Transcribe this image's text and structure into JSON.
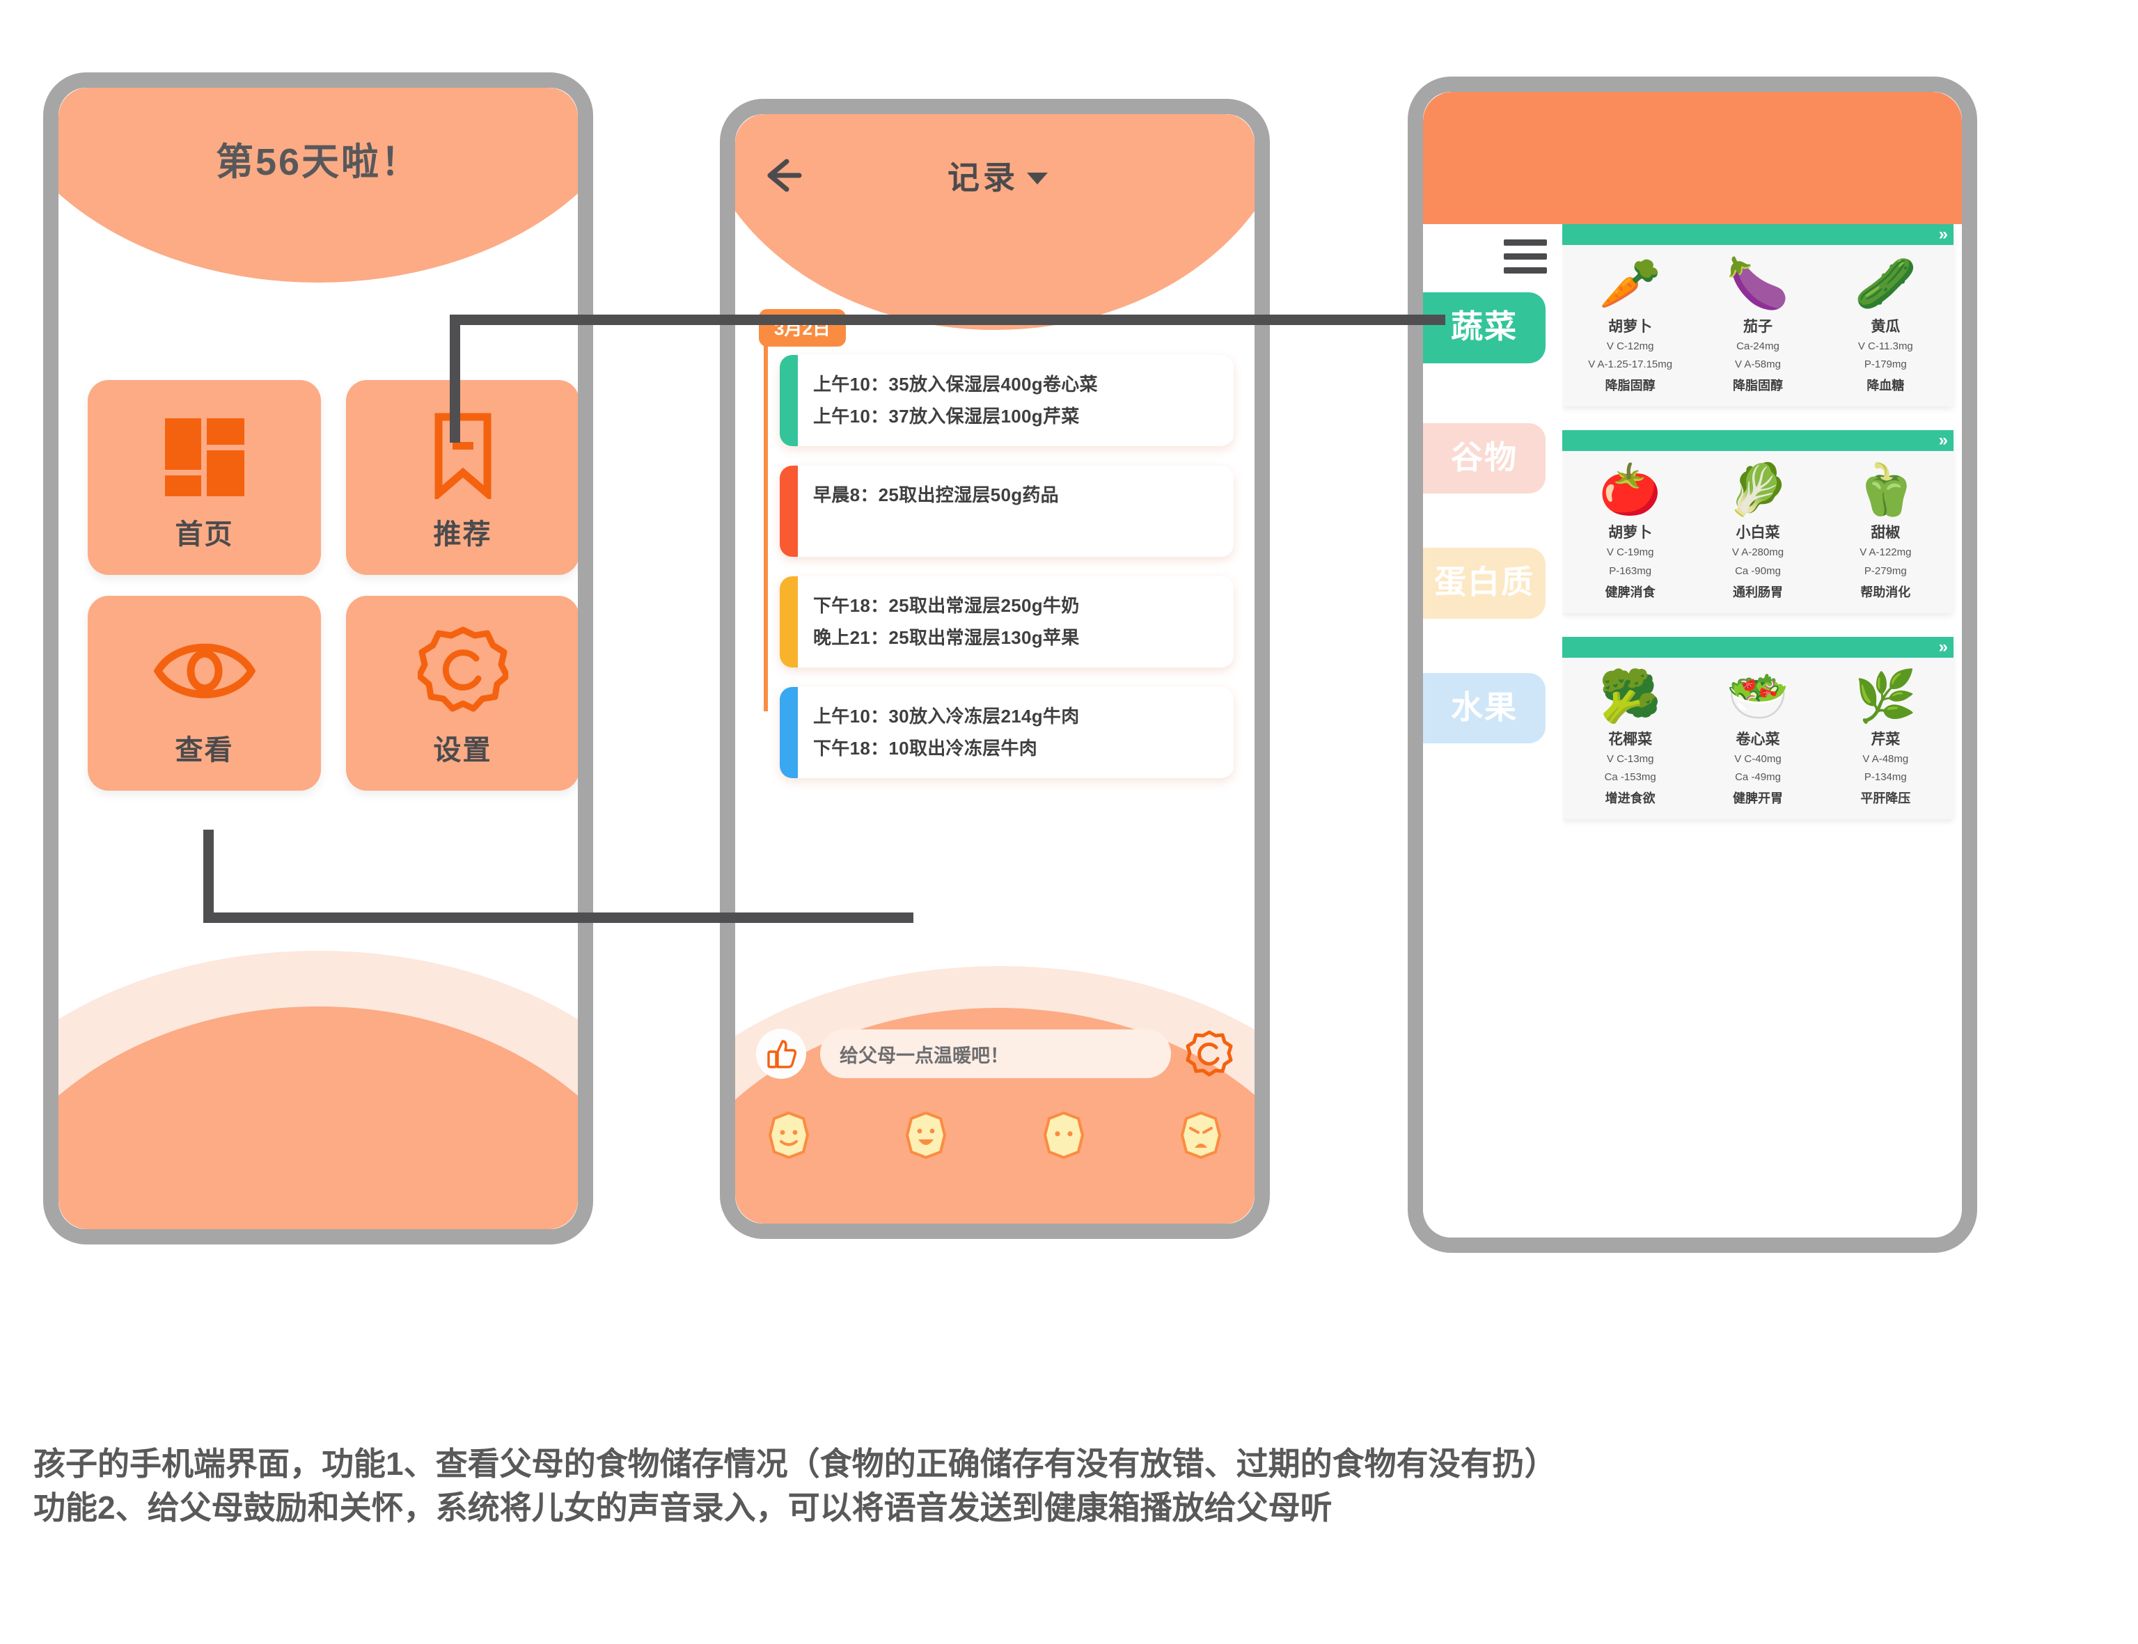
{
  "colors": {
    "peach": "#fcab85",
    "peach_light": "#fde8dd",
    "orange": "#fa8c42",
    "orange_dark": "#f4620f",
    "green": "#33c49a",
    "red": "#fa5a32",
    "yellow": "#f9b22c",
    "blue": "#3aa8f0",
    "frame_gray": "#a6a6a6",
    "connector": "#4f4f51"
  },
  "phone1": {
    "title": "第56天啦！",
    "tiles": [
      {
        "label": "首页",
        "icon": "dashboard-grid-icon"
      },
      {
        "label": "推荐",
        "icon": "bookmark-icon"
      },
      {
        "label": "查看",
        "icon": "eye-icon"
      },
      {
        "label": "设置",
        "icon": "gear-icon"
      }
    ]
  },
  "phone2": {
    "back_icon": "back-arrow-icon",
    "title": "记录",
    "dropdown_icon": "caret-down-icon",
    "date_chip": "3月2日",
    "timeline": [
      {
        "accent": "#33c49a",
        "lines": [
          "上午10：35放入保湿层400g卷心菜",
          "上午10：37放入保湿层100g芹菜"
        ]
      },
      {
        "accent": "#fa5a32",
        "lines": [
          "早晨8：25取出控湿层50g药品"
        ]
      },
      {
        "accent": "#f9b22c",
        "lines": [
          "下午18：25取出常湿层250g牛奶",
          "晚上21：25取出常湿层130g苹果"
        ]
      },
      {
        "accent": "#3aa8f0",
        "lines": [
          "上午10：30放入冷冻层214g牛肉",
          "下午18：10取出冷冻层牛肉"
        ]
      }
    ],
    "thumb_icon": "thumbs-up-icon",
    "input_value": "给父母一点温暖吧！",
    "send_icon": "flower-gear-icon",
    "emojis": [
      {
        "name": "smile-emoji",
        "glyph": "☺"
      },
      {
        "name": "grin-emoji",
        "glyph": "😀"
      },
      {
        "name": "neutral-emoji",
        "glyph": "😐"
      },
      {
        "name": "angry-emoji",
        "glyph": "😠"
      }
    ]
  },
  "phone3": {
    "menu_icon": "hamburger-menu-icon",
    "categories": [
      {
        "label": "蔬菜",
        "bg": "#33c49a",
        "active": true
      },
      {
        "label": "谷物",
        "bg": "#fadad2",
        "active": false
      },
      {
        "label": "蛋白质",
        "bg": "#fce8c4",
        "active": false
      },
      {
        "label": "水果",
        "bg": "#cfe6f8",
        "active": false
      }
    ],
    "expand_icon": "double-chevron-right-icon",
    "food_blocks": [
      {
        "items": [
          {
            "name": "胡萝卜",
            "emoji": "🥕",
            "nutrients": [
              "V C-12mg",
              "V A-1.25-17.15mg"
            ],
            "tag": "降脂固醇"
          },
          {
            "name": "茄子",
            "emoji": "🍆",
            "nutrients": [
              "Ca-24mg",
              "V A-58mg"
            ],
            "tag": "降脂固醇"
          },
          {
            "name": "黄瓜",
            "emoji": "🥒",
            "nutrients": [
              "V C-11.3mg",
              "P-179mg"
            ],
            "tag": "降血糖"
          }
        ]
      },
      {
        "items": [
          {
            "name": "胡萝卜",
            "emoji": "🍅",
            "nutrients": [
              "V C-19mg",
              "P-163mg"
            ],
            "tag": "健脾消食"
          },
          {
            "name": "小白菜",
            "emoji": "🥬",
            "nutrients": [
              "V A-280mg",
              "Ca -90mg"
            ],
            "tag": "通利肠胃"
          },
          {
            "name": "甜椒",
            "emoji": "🫑",
            "nutrients": [
              "V A-122mg",
              "P-279mg"
            ],
            "tag": "帮助消化"
          }
        ]
      },
      {
        "items": [
          {
            "name": "花椰菜",
            "emoji": "🥦",
            "nutrients": [
              "V C-13mg",
              "Ca -153mg"
            ],
            "tag": "增进食欲"
          },
          {
            "name": "卷心菜",
            "emoji": "🥗",
            "nutrients": [
              "V C-40mg",
              "Ca -49mg"
            ],
            "tag": "健脾开胃"
          },
          {
            "name": "芹菜",
            "emoji": "🌿",
            "nutrients": [
              "V A-48mg",
              "P-134mg"
            ],
            "tag": "平肝降压"
          }
        ]
      }
    ]
  },
  "caption": {
    "line1": "孩子的手机端界面，功能1、查看父母的食物储存情况（食物的正确储存有没有放错、过期的食物有没有扔）",
    "line2": "功能2、给父母鼓励和关怀，系统将儿女的声音录入，可以将语音发送到健康箱播放给父母听"
  }
}
